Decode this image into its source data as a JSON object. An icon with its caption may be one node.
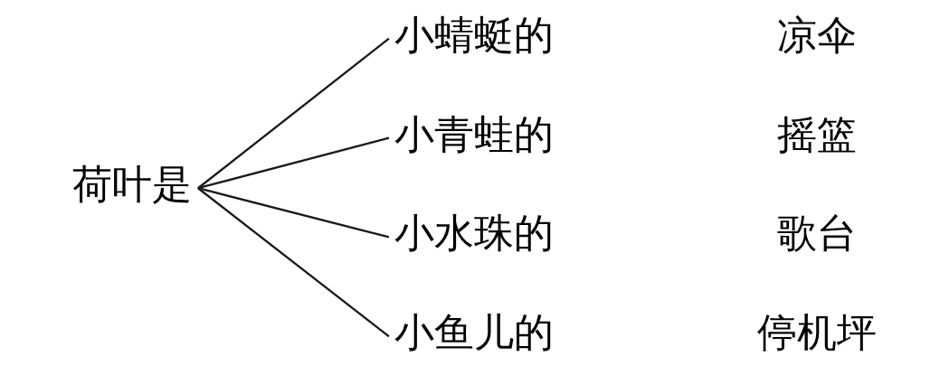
{
  "diagram": {
    "nodes": [
      {
        "text": [
          "荷叶是"
        ]
      },
      {
        "text": [
          "小蜻蜓的"
        ]
      },
      {
        "text": [
          "小青蛙的"
        ]
      },
      {
        "text": [
          "小水珠的"
        ]
      },
      {
        "text": [
          "小鱼儿的"
        ]
      }
    ],
    "edges": [
      {
        "from": 0,
        "to": 1,
        "arrow": "none"
      },
      {
        "from": 0,
        "to": 2,
        "arrow": "none"
      },
      {
        "from": 0,
        "to": 3,
        "arrow": "none"
      },
      {
        "from": 0,
        "to": 4,
        "arrow": "none"
      }
    ],
    "labels": [
      "凉伞",
      "摇篮",
      "歌台",
      "停机坪"
    ]
  }
}
